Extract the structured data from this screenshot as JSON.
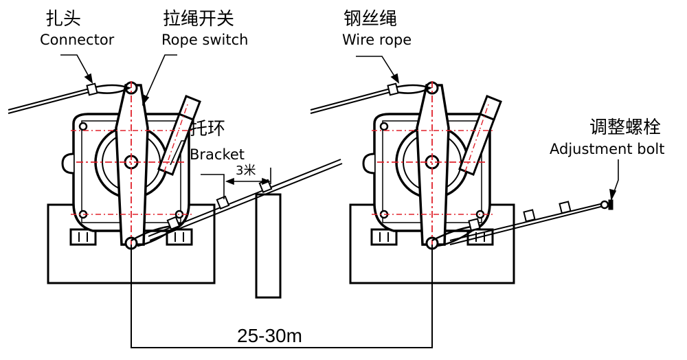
{
  "labels": {
    "connector_cn": "扎头",
    "connector_en": "Connector",
    "rope_switch_cn": "拉绳开关",
    "rope_switch_en": "Rope switch",
    "wire_rope_cn": "钢丝绳",
    "wire_rope_en": "Wire rope",
    "bracket_cn": "托环",
    "bracket_en": "Bracket",
    "bracket_gap": "3米",
    "adjust_cn": "调整螺栓",
    "adjust_en": "Adjustment bolt",
    "span": "25-30m"
  },
  "colors": {
    "line": "#000000",
    "centerline": "#e0202a",
    "background": "#ffffff"
  }
}
